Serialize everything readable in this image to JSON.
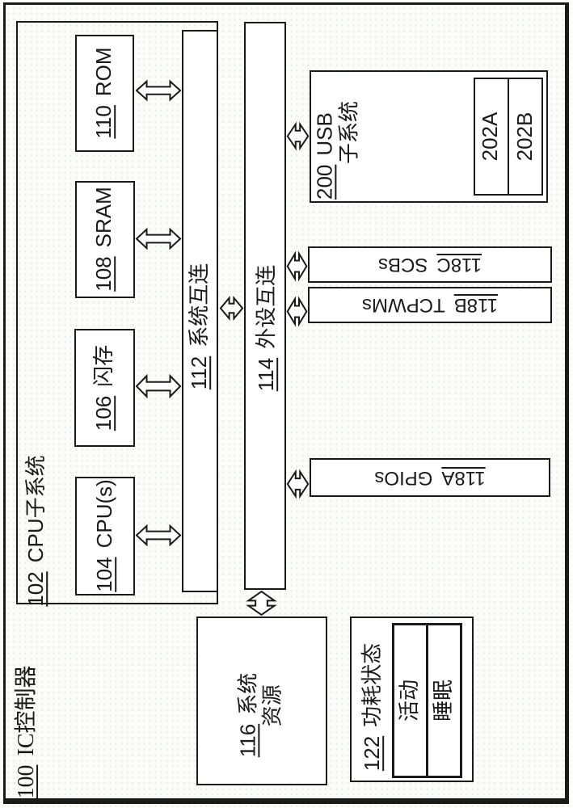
{
  "figure_type": "patent-block-diagram",
  "colors": {
    "ink": "#1a1a1a",
    "paper": "#fcfdfb",
    "box_fill": "#ffffff"
  },
  "labels": {
    "outer": {
      "num": "100",
      "text": "IC控制器"
    },
    "cpu_subsystem": {
      "num": "102",
      "text": "CPU子系统"
    },
    "rom": {
      "num": "110",
      "text": "ROM"
    },
    "sram": {
      "num": "108",
      "text": "SRAM"
    },
    "flash": {
      "num": "106",
      "text": "闪存"
    },
    "cpus": {
      "num": "104",
      "text": "CPU(s)"
    },
    "system_interconnect": {
      "num": "112",
      "text": "系统互连"
    },
    "peripheral_interconnect": {
      "num": "114",
      "text": "外设互连"
    },
    "usb_subsystem": {
      "num": "200",
      "line1": "USB",
      "line2": "子系统"
    },
    "usb_sub_a": "202A",
    "usb_sub_b": "202B",
    "scb": {
      "num": "118C",
      "text": "SCBs"
    },
    "tcpwm": {
      "num": "118B",
      "text": "TCPWMs"
    },
    "gpio": {
      "num": "118A",
      "text": "GPIOs"
    },
    "system_resources": {
      "num": "116",
      "line1": "系统",
      "line2": "资源"
    },
    "power_states": {
      "num": "122",
      "text": "功耗状态"
    },
    "power_active": "活动",
    "power_sleep": "睡眠"
  }
}
